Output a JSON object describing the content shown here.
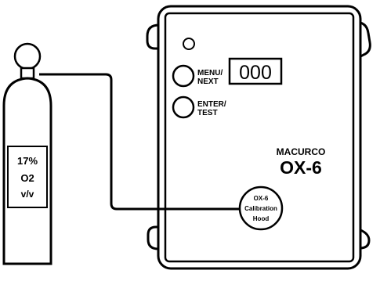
{
  "cylinder": {
    "label_line1": "17%",
    "label_line2": "O2",
    "label_line3": "v/v"
  },
  "device": {
    "display_value": "000",
    "menu_button_line1": "MENU/",
    "menu_button_line2": "NEXT",
    "enter_button_line1": "ENTER/",
    "enter_button_line2": "TEST",
    "brand": "MACURCO",
    "model": "OX-6"
  },
  "calibration_hood": {
    "line1": "OX-6",
    "line2": "Calibration",
    "line3": "Hood"
  },
  "colors": {
    "stroke": "#000000",
    "fill": "#ffffff"
  }
}
